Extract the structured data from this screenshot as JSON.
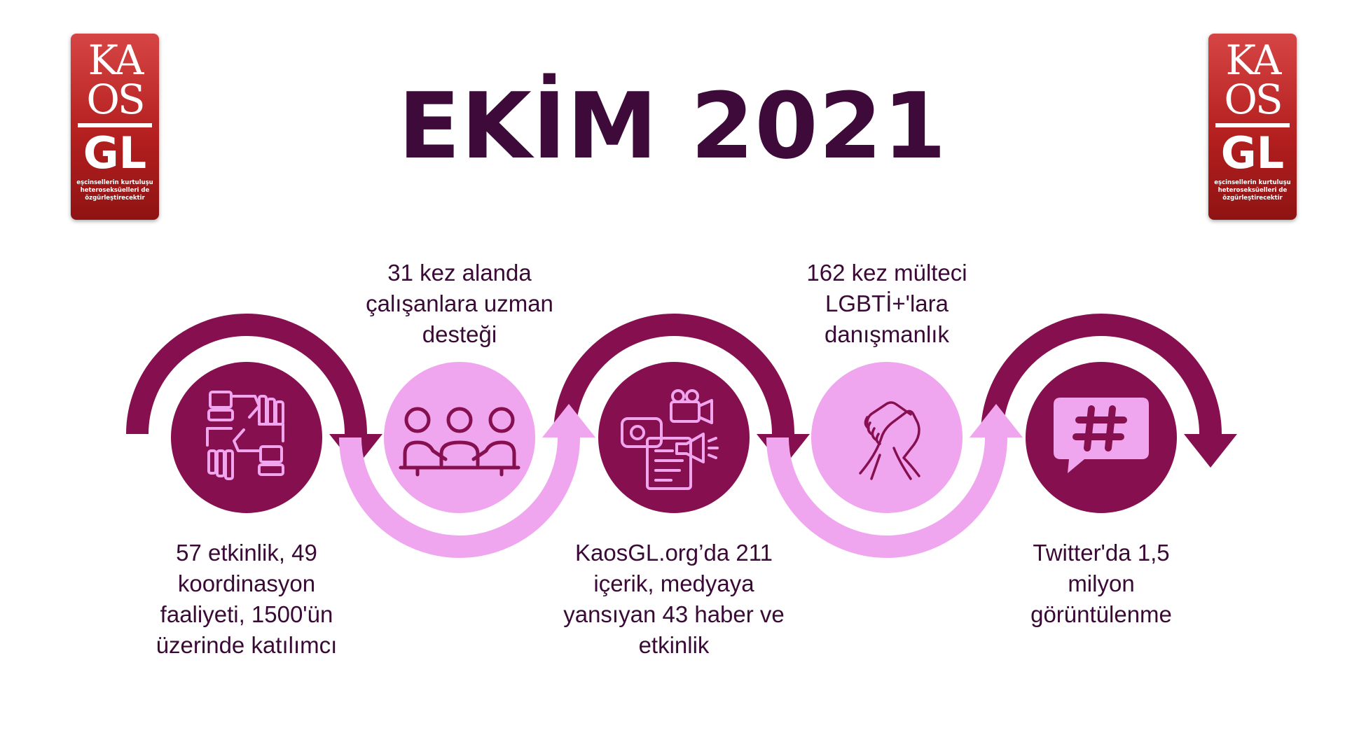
{
  "title": "EKİM 2021",
  "logo": {
    "line1": "KA",
    "line2": "OS",
    "line3": "GL",
    "tagline": [
      "eşcinsellerin kurtuluşu",
      "heteroseksüelleri de",
      "özgürleştirecektir"
    ]
  },
  "steps": [
    {
      "caption": [
        "57 etkinlik, 49",
        "koordinasyon",
        "faaliyeti, 1500'ün",
        "üzerinde katılımcı"
      ],
      "icon": "joined-hands-icon",
      "position": "bottom"
    },
    {
      "caption": [
        "31 kez alanda",
        "çalışanlara uzman",
        "desteği"
      ],
      "icon": "meeting-people-icon",
      "position": "top"
    },
    {
      "caption": [
        "KaosGL.org’da 211",
        "içerik, medyaya",
        "yansıyan 43 haber ve",
        "etkinlik"
      ],
      "icon": "media-content-icon",
      "position": "bottom"
    },
    {
      "caption": [
        "162 kez mülteci",
        "LGBTİ+'lara",
        "danışmanlık"
      ],
      "icon": "handshake-icon",
      "position": "top"
    },
    {
      "caption": [
        "Twitter'da 1,5",
        "milyon",
        "görüntülenme"
      ],
      "icon": "hashtag-bubble-icon",
      "position": "bottom"
    }
  ],
  "colors": {
    "dark": "#86104f",
    "light": "#efa6ef",
    "title": "#3d0a3a",
    "logo": "#c0282a"
  }
}
